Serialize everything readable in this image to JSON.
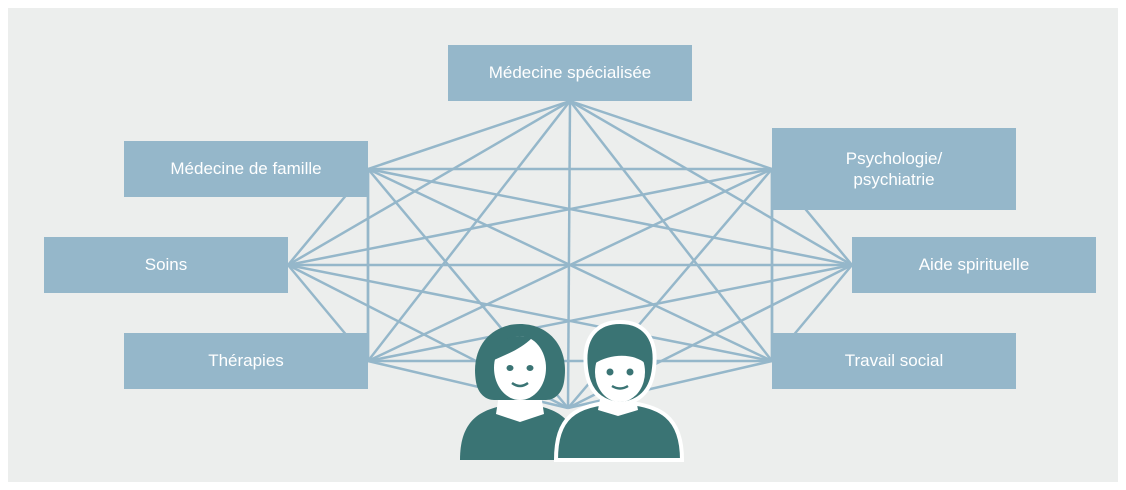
{
  "boxes": {
    "medecine_specialisee": "Médecine spécialisée",
    "medecine_famille": "Médecine de famille",
    "soins": "Soins",
    "therapies": "Thérapies",
    "psychologie": "Psychologie/\npsychiatrie",
    "aide_spirituelle": "Aide spirituelle",
    "travail_social": "Travail social"
  },
  "colors": {
    "background": "#eceeed",
    "box": "#95b7ca",
    "box_text": "#ffffff",
    "link": "#95b7ca",
    "people": "#3a7474"
  },
  "icons": [
    "woman-icon",
    "man-icon"
  ]
}
